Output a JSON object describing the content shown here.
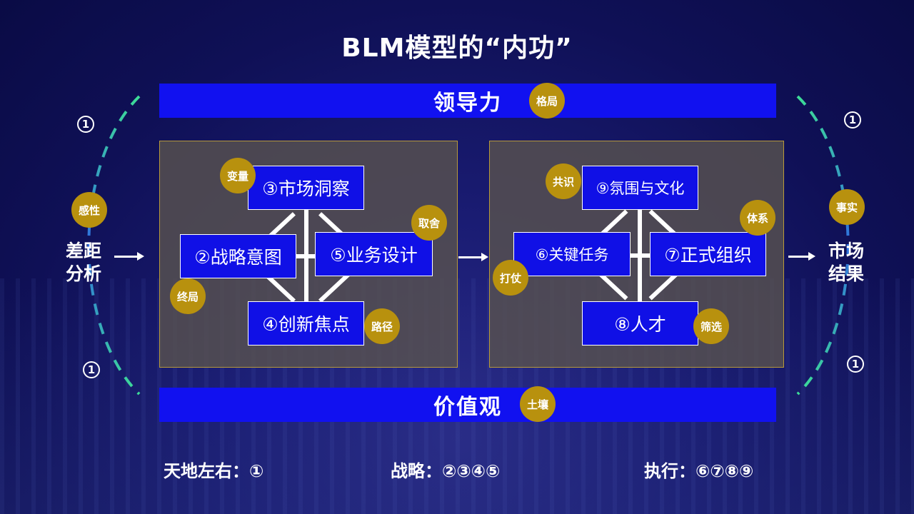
{
  "title": "BLM模型的“内功”",
  "top_bar": {
    "label": "领导力",
    "badge": "格局"
  },
  "bottom_bar": {
    "label": "价值观",
    "badge": "土壤"
  },
  "left": {
    "label_line1": "差距",
    "label_line2": "分析",
    "badge": "感性",
    "num_top": "1",
    "num_bottom": "1"
  },
  "right": {
    "label_line1": "市场",
    "label_line2": "结果",
    "badge": "事实",
    "num_top": "1",
    "num_bottom": "1"
  },
  "strategy_panel": {
    "nodes": {
      "top": "③市场洞察",
      "left": "②战略意图",
      "right": "⑤业务设计",
      "bottom": "④创新焦点"
    },
    "badges": {
      "top_left": "变量",
      "right": "取舍",
      "bottom_left": "终局",
      "bottom_right": "路径"
    }
  },
  "execution_panel": {
    "nodes": {
      "top": "⑨氛围与文化",
      "left": "⑥关键任务",
      "right": "⑦正式组织",
      "bottom": "⑧人才"
    },
    "badges": {
      "top_left": "共识",
      "right": "体系",
      "bottom_left": "打仗",
      "bottom_right": "筛选"
    }
  },
  "footer": {
    "left": "天地左右：①",
    "middle": "战略：②③④⑤",
    "right": "执行：⑥⑦⑧⑨"
  },
  "colors": {
    "bar_blue": "#1111f0",
    "badge_gold": "#b8910e",
    "arc_green": "#3ddc97",
    "arc_blue": "#2f6fe0"
  }
}
